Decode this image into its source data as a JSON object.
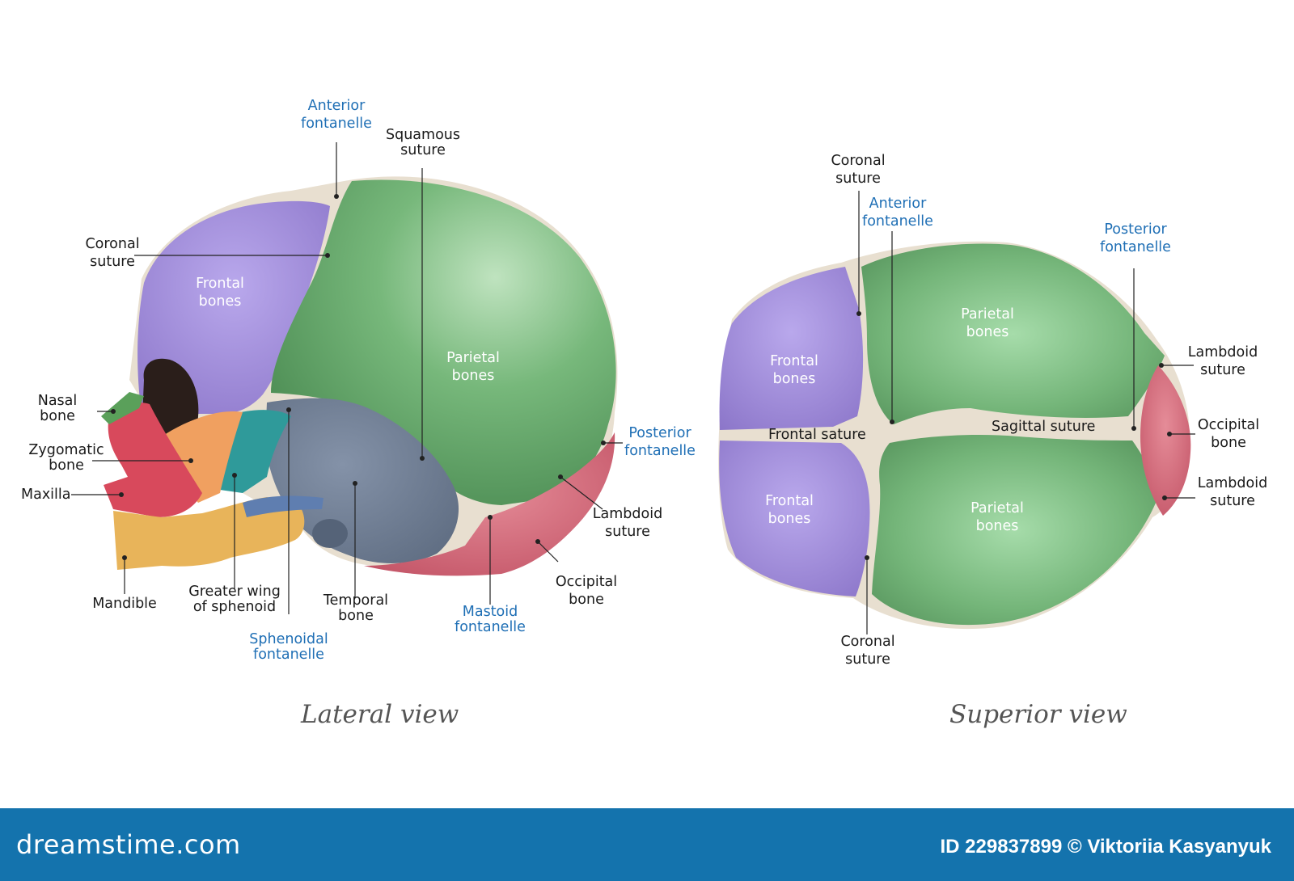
{
  "lateral": {
    "title": "Lateral view",
    "labels": {
      "anterior_fontanelle": [
        "Anterior",
        "fontanelle"
      ],
      "squamous_suture": [
        "Squamous",
        "suture"
      ],
      "coronal_suture": [
        "Coronal",
        "suture"
      ],
      "nasal_bone": [
        "Nasal",
        "bone"
      ],
      "zygomatic_bone": [
        "Zygomatic",
        "bone"
      ],
      "maxilla": "Maxilla",
      "mandible": "Mandible",
      "greater_wing": [
        "Greater wing",
        "of sphenoid"
      ],
      "sphenoidal_fontanelle": [
        "Sphenoidal",
        "fontanelle"
      ],
      "temporal_bone": [
        "Temporal",
        "bone"
      ],
      "mastoid_fontanelle": [
        "Mastoid",
        "fontanelle"
      ],
      "occipital_bone": [
        "Occipital",
        "bone"
      ],
      "lambdoid_suture": [
        "Lambdoid",
        "suture"
      ],
      "posterior_fontanelle": [
        "Posterior",
        "fontanelle"
      ]
    },
    "inline": {
      "frontal_bones": [
        "Frontal",
        "bones"
      ],
      "parietal_bones": [
        "Parietal",
        "bones"
      ]
    }
  },
  "superior": {
    "title": "Superior view",
    "labels": {
      "coronal_suture_top": [
        "Coronal",
        "suture"
      ],
      "anterior_fontanelle": [
        "Anterior",
        "fontanelle"
      ],
      "posterior_fontanelle": [
        "Posterior",
        "fontanelle"
      ],
      "lambdoid_suture_top": [
        "Lambdoid",
        "suture"
      ],
      "occipital_bone": [
        "Occipital",
        "bone"
      ],
      "lambdoid_suture_bottom": [
        "Lambdoid",
        "suture"
      ],
      "frontal_sature": "Frontal sature",
      "sagittal_suture": "Sagittal suture",
      "coronal_suture_bottom": [
        "Coronal",
        "suture"
      ]
    },
    "inline": {
      "frontal_bones_top": [
        "Frontal",
        "bones"
      ],
      "frontal_bones_bottom": [
        "Frontal",
        "bones"
      ],
      "parietal_bones_top": [
        "Parietal",
        "bones"
      ],
      "parietal_bones_bottom": [
        "Parietal",
        "bones"
      ]
    }
  },
  "footer": {
    "brand": "dreamstime.com",
    "credit": "ID 229837899 © Viktoriia  Kasyanyuk"
  },
  "colors": {
    "frontal": "#9b86d6",
    "parietal": "#6fae73",
    "occipital": "#d06a7a",
    "temporal": "#6f7f95",
    "sphenoid": "#2f9a9a",
    "zygomatic": "#f0a060",
    "maxilla": "#d8495c",
    "mandible": "#e8b45a",
    "nasal": "#5aa05a",
    "suture": "#e8dfd0",
    "label_blue": "#1f6fb5",
    "footer_bg": "#1473ad"
  }
}
